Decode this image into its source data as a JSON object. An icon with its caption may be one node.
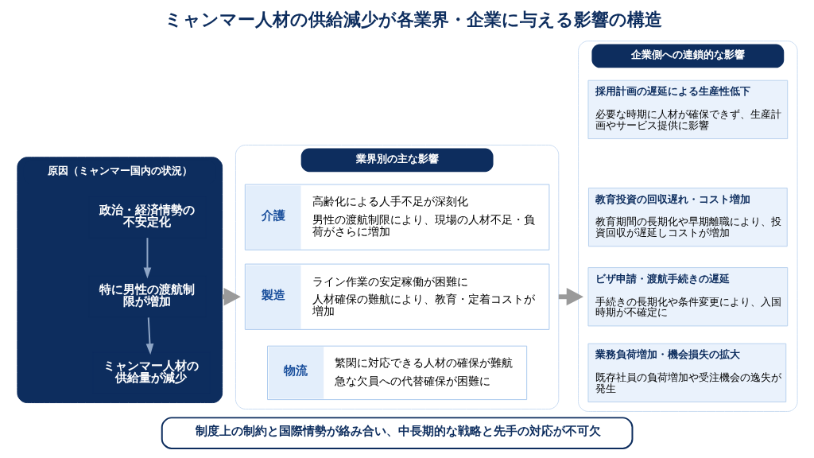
{
  "diagram": {
    "title": "ミャンマー人材の供給減少が各業界・企業に与える影響の構造",
    "nodes": [
      {
        "text": [
          "原因（ミャンマー国内の状況）"
        ]
      },
      {
        "text": [
          "政治・経済情勢の不安定化"
        ],
        "in": 0
      },
      {
        "text": [
          "特に男性の渡航制限が増加"
        ],
        "in": 0
      },
      {
        "text": [
          "ミャンマー人材の供給量が減少"
        ],
        "in": 0
      },
      {
        "text": [
          "業界別の主な影響"
        ]
      },
      {
        "text": [
          "介護",
          "高齢化による人手不足が深刻化",
          "男性の渡航制限により、現場の人材不足・負荷がさらに増加"
        ],
        "in": 4
      },
      {
        "text": [
          "製造",
          "ライン作業の安定稼働が困難に",
          "人材確保の難航により、教育・定着コストが増加"
        ],
        "in": 4
      },
      {
        "text": [
          "物流",
          "繁閑に対応できる人材の確保が難航",
          "急な欠員への代替確保が困難に"
        ],
        "in": 4
      },
      {
        "text": [
          "企業側への連鎖的な影響"
        ]
      },
      {
        "text": [
          "採用計画の遅延による生産性低下",
          "必要な時期に人材が確保できず、生産計画やサービス提供に影響"
        ],
        "in": 8
      },
      {
        "text": [
          "教育投資の回収遅れ・コスト増加",
          "教育期間の長期化や早期離職により、投資回収が遅延しコストが増加"
        ],
        "in": 8
      },
      {
        "text": [
          "ビザ申請・渡航手続きの遅延",
          "手続きの長期化や条件変更により、入国時期が不確定に"
        ],
        "in": 8
      },
      {
        "text": [
          "業務負荷増加・機会損失の拡大",
          "既存社員の負荷増加や受注機会の逸失が発生"
        ],
        "in": 8
      },
      {
        "text": [
          "制度上の制約と国際情勢が絡み合い、中長期的な戦略と先手の対応が不可欠"
        ]
      }
    ],
    "edges": [
      {
        "from": 1,
        "to": 2,
        "arrow": "to",
        "color": "#8fa6c6"
      },
      {
        "from": 2,
        "to": 3,
        "arrow": "to",
        "color": "#8fa6c6"
      },
      {
        "from": 0,
        "to": 4,
        "arrow": "to",
        "style": "thick",
        "color": "#9a9a9a"
      },
      {
        "from": 4,
        "to": 8,
        "arrow": "to",
        "style": "thick",
        "color": "#9a9a9a"
      }
    ]
  }
}
